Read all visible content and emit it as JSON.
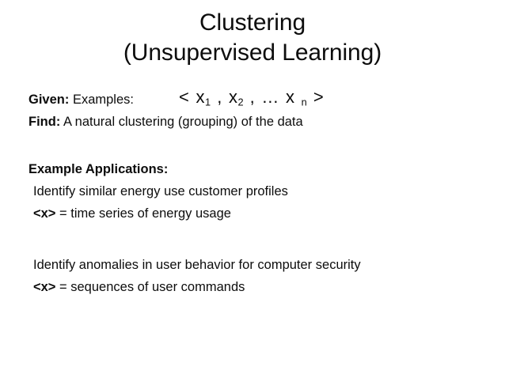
{
  "slide": {
    "title": {
      "line1": "Clustering",
      "line2": "(Unsupervised Learning)"
    },
    "given": {
      "label_bold": "Given:",
      "label_rest": " Examples:",
      "math": {
        "open": "<",
        "var": "x",
        "sub1": "1",
        "sep1": ",",
        "sub2": "2",
        "sep2": ",",
        "ellipsis": "…",
        "subn": "n",
        "close": ">",
        "full_text": "< x1 , x2 , … x n >"
      }
    },
    "find": {
      "label_bold": "Find:",
      "label_rest": " A natural clustering (grouping) of the data"
    },
    "applications": {
      "heading": "Example Applications:",
      "items": [
        {
          "description": "Identify similar energy use customer profiles",
          "vector_open": "<x>",
          "vector_rest": " = time series of energy usage"
        },
        {
          "description": "Identify anomalies in user behavior for computer security",
          "vector_open": "<x>",
          "vector_rest": " = sequences of user commands"
        }
      ]
    },
    "colors": {
      "background": "#ffffff",
      "text": "#0d0d0d"
    }
  }
}
